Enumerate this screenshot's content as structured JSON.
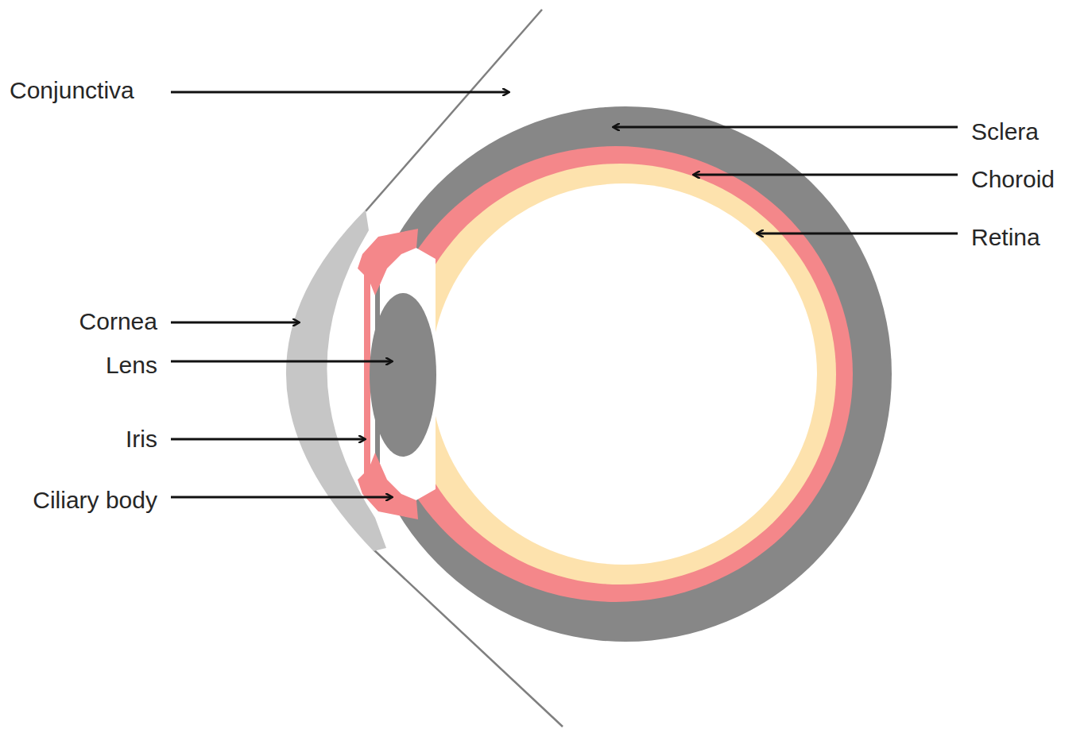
{
  "diagram": {
    "labels": [
      "Conjunctiva",
      "Sclera",
      "Choroid",
      "Retina",
      "Cornea",
      "Lens",
      "Iris",
      "Ciliary body"
    ]
  }
}
